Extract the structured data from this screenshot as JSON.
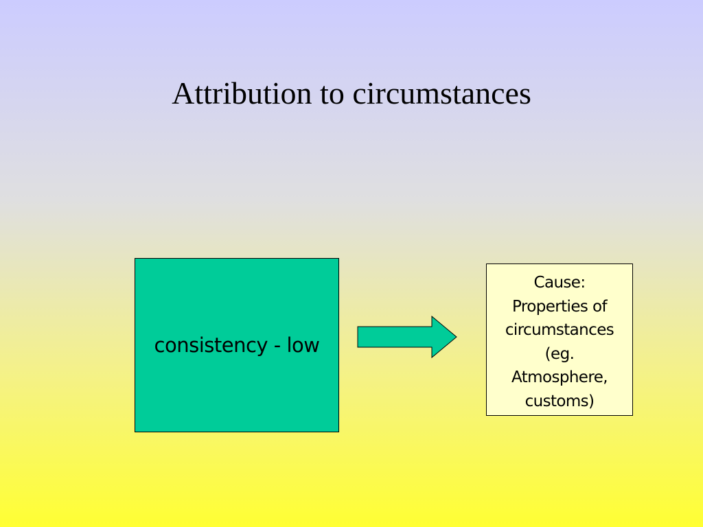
{
  "slide": {
    "title": "Attribution to circumstances"
  },
  "diagram": {
    "left_box": {
      "label": "consistency - low",
      "fill_color": "#00cc99"
    },
    "arrow": {
      "fill_color": "#00cc99",
      "direction": "right"
    },
    "right_box": {
      "lines": [
        "Cause:",
        "Properties of",
        "circumstances",
        "(eg.",
        "Atmosphere,",
        "customs)"
      ],
      "fill_color": "#ffffcc"
    }
  }
}
